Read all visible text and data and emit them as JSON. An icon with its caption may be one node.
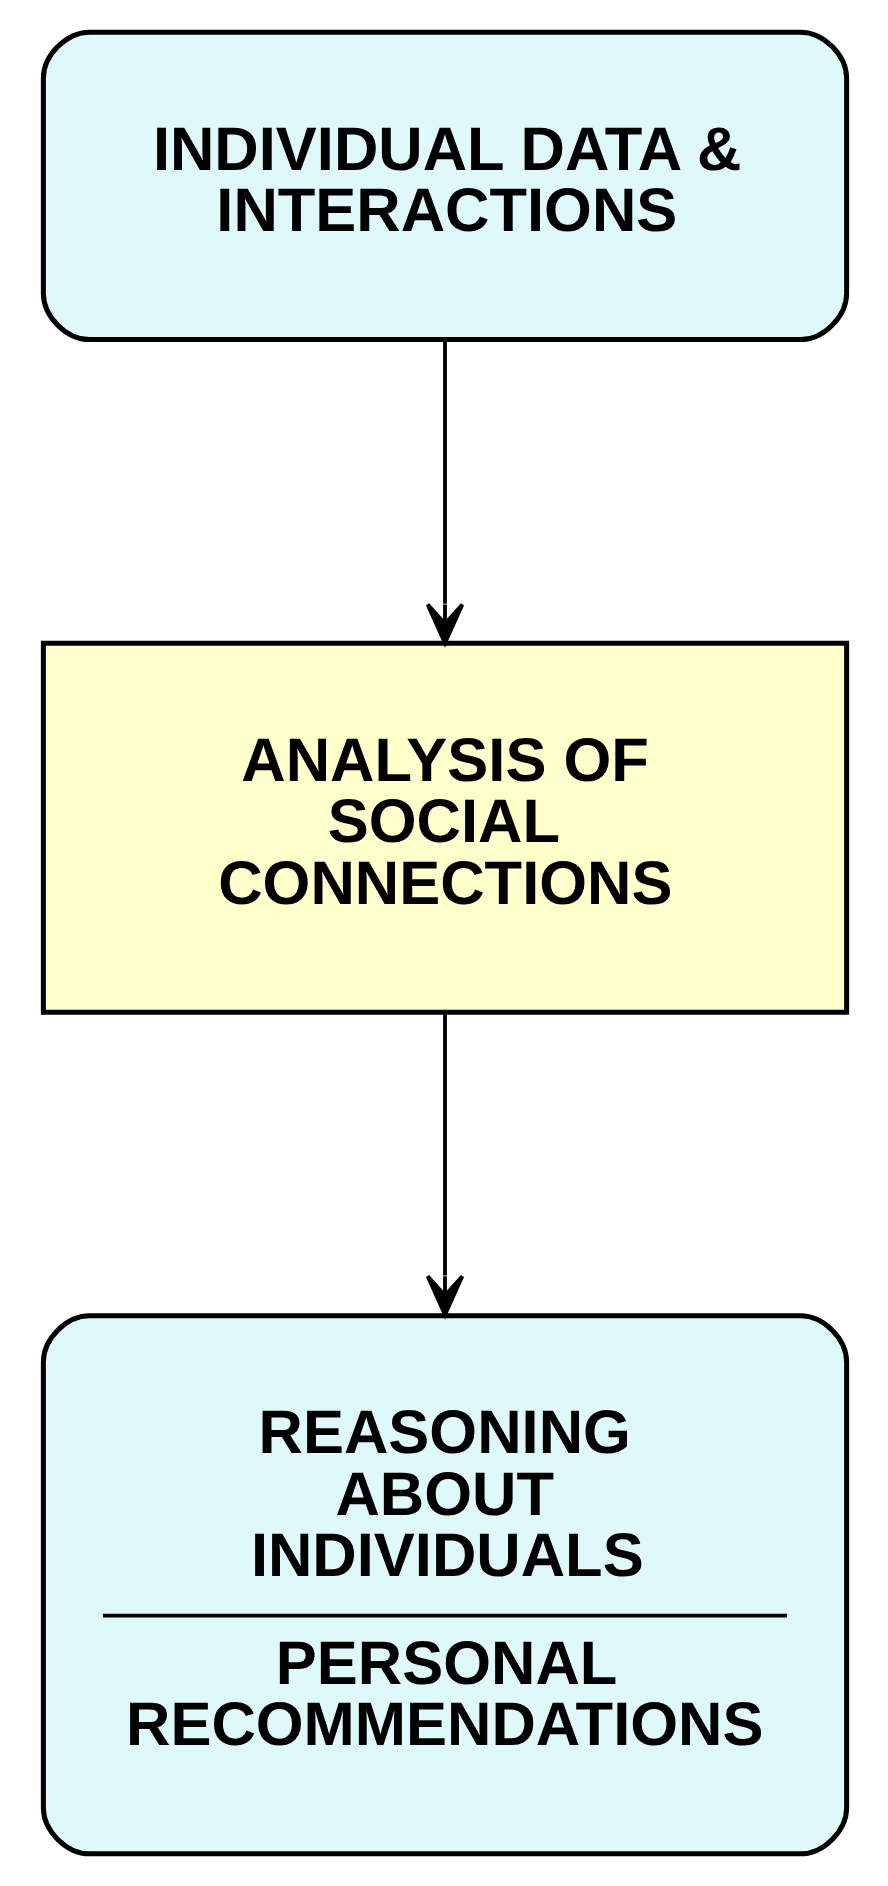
{
  "diagram": {
    "nodes": [
      {
        "text": [
          "INDIVIDUAL DATA & INTERACTIONS"
        ]
      },
      {
        "text": [
          "ANALYSIS OF SOCIAL CONNECTIONS"
        ]
      },
      {
        "text": [
          "REASONING ABOUT INDIVIDUALS",
          "PERSONAL RECOMMENDATIONS"
        ]
      }
    ],
    "edges": [
      {
        "from": 0,
        "to": 1,
        "arrow": "to"
      },
      {
        "from": 1,
        "to": 2,
        "arrow": "to"
      }
    ]
  }
}
